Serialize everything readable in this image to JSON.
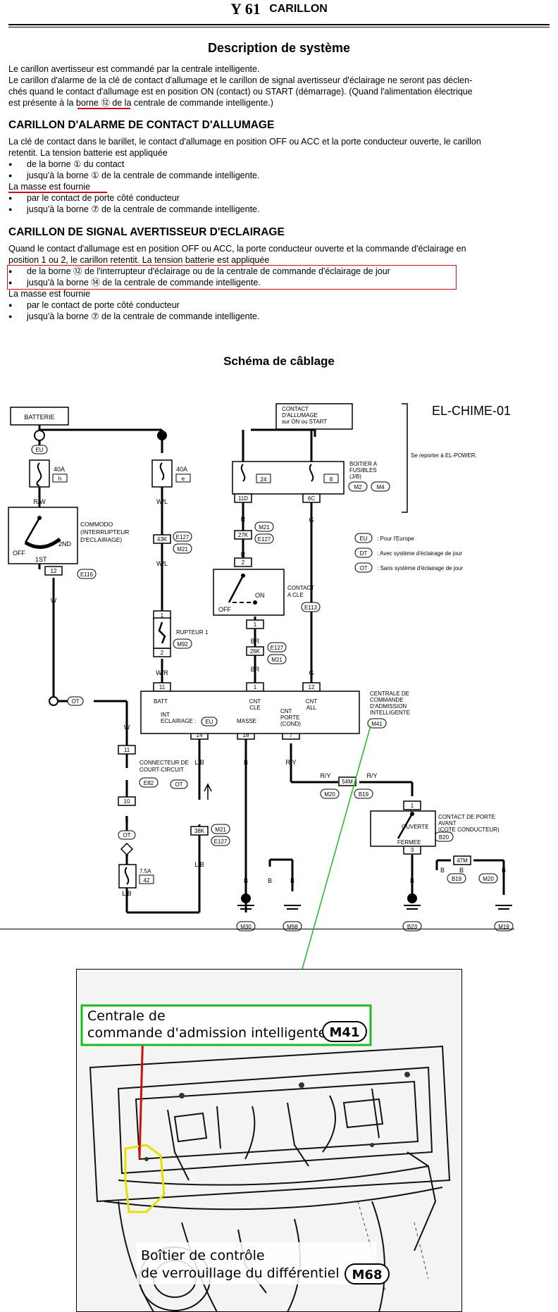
{
  "header": {
    "model": "Y 61",
    "title": "CARILLON"
  },
  "section_title": "Description de système",
  "intro": {
    "line1": "Le carillon avertisseur est commandé par la centrale intelligente.",
    "line2": "Le carillon d'alarme de la clé de contact d'allumage et le carillon de signal avertisseur d'éclairage ne seront pas déclen-",
    "line3": "chés quand le contact d'allumage est en position ON (contact) ou START (démarrage). (Quand l'alimentation électrique",
    "line4": "est présente à la borne ⑫ de la centrale de commande intelligente.)"
  },
  "alarm": {
    "title": "CARILLON D'ALARME DE CONTACT D'ALLUMAGE",
    "line1": "La clé de contact dans le barillet, le contact d'allumage en position OFF ou ACC et la porte conducteur ouverte, le carillon",
    "line2": "retentit. La tension batterie est appliquée",
    "b1": "de la borne ① du contact",
    "b2": "jusqu'à la borne ① de la centrale de commande intelligente.",
    "ground": "La masse est fournie",
    "b3": "par le contact de porte côté conducteur",
    "b4": "jusqu'à la borne ⑦ de la centrale de commande intelligente."
  },
  "signal": {
    "title": "CARILLON DE SIGNAL AVERTISSEUR D'ECLAIRAGE",
    "line1": "Quand le contact d'allumage est en position OFF ou ACC, la porte conducteur ouverte et la commande d'éclairage en",
    "line2": "position 1 ou 2, le carillon retentit. La tension batterie est appliquée",
    "b1": "de la borne ⑫ de l'interrupteur d'éclairage ou de la centrale de commande d'éclairage de jour",
    "b2": "jusqu'à la borne ⑭ de la centrale de commande intelligente.",
    "ground": "La masse est fournie",
    "b3": "par le contact de porte côté conducteur",
    "b4": "jusqu'à la borne ⑦ de la centrale de commande intelligente."
  },
  "wiring_title": "Schéma de câblage",
  "diagram": {
    "code": "EL-CHIME-01",
    "batterie": "BATTERIE",
    "contact_allumage": [
      "CONTACT",
      "D'ALLUMAGE",
      "sur ON ou START"
    ],
    "boitier": [
      "BOITIER A",
      "FUSIBLES",
      "(J/B)"
    ],
    "se_reporter": "Se reporter à EL-POWER.",
    "legend": [
      {
        "code": "EU",
        "text": ": Pour l'Europe"
      },
      {
        "code": "DT",
        "text": ": Avec système d'éclairage de jour"
      },
      {
        "code": "OT",
        "text": ": Sans système d'éclairage de jour"
      }
    ],
    "commodo": [
      "COMMODO",
      "(INTERRUPTEUR",
      "D'ECLAIRAGE)"
    ],
    "contact_cle": [
      "CONTACT",
      "A CLE"
    ],
    "rupteur": "RUPTEUR 1",
    "centrale": [
      "CENTRALE DE",
      "COMMANDE",
      "D'ADMISSION",
      "INTELLIGENTE"
    ],
    "connecteur": [
      "CONNECTEUR DE",
      "COURT-CIRCUIT"
    ],
    "contact_porte": [
      "CONTACT DE PORTE",
      "AVANT",
      "(COTE CONDUCTEUR)"
    ],
    "ouverte": "OUVERTE",
    "fermee": "FERMEE",
    "pins": {
      "batt": "BATT",
      "cnt_cle": [
        "CNT",
        "CLE"
      ],
      "cnt_all": [
        "CNT",
        "ALL"
      ],
      "int_ecl": [
        "INT",
        "ECLAIRAGE :"
      ],
      "masse": "MASSE",
      "cnt_porte": [
        "CNT",
        "PORTE",
        "(COND)"
      ]
    },
    "fuses": {
      "f40a_1": "40A",
      "f40a_2": "40A",
      "f75a": "7.5A",
      "h": "h",
      "e": "e",
      "n24": "24",
      "n8": "8",
      "n42": "42"
    },
    "connectors": [
      "E116",
      "E127",
      "M21",
      "M92",
      "E113",
      "M41",
      "M2",
      "M4",
      "E82",
      "M20",
      "B19",
      "B20",
      "M30",
      "M98",
      "B23",
      "M19"
    ],
    "wires": [
      "R/W",
      "W/L",
      "W/R",
      "W",
      "R",
      "BR",
      "G",
      "L/B",
      "L",
      "B",
      "R/Y"
    ],
    "switch_pos": [
      "OFF",
      "1ST",
      "2ND",
      "ON"
    ]
  },
  "photo": {
    "label_top": [
      "Centrale de",
      "commande d'admission intelligente"
    ],
    "code_top": "M41",
    "label_bottom": [
      "Boîtier de contrôle",
      "de verrouillage du différentiel"
    ],
    "code_bottom": "M68"
  },
  "colors": {
    "red": "#d01010",
    "green": "#22b822",
    "yellow": "#e8e000"
  }
}
